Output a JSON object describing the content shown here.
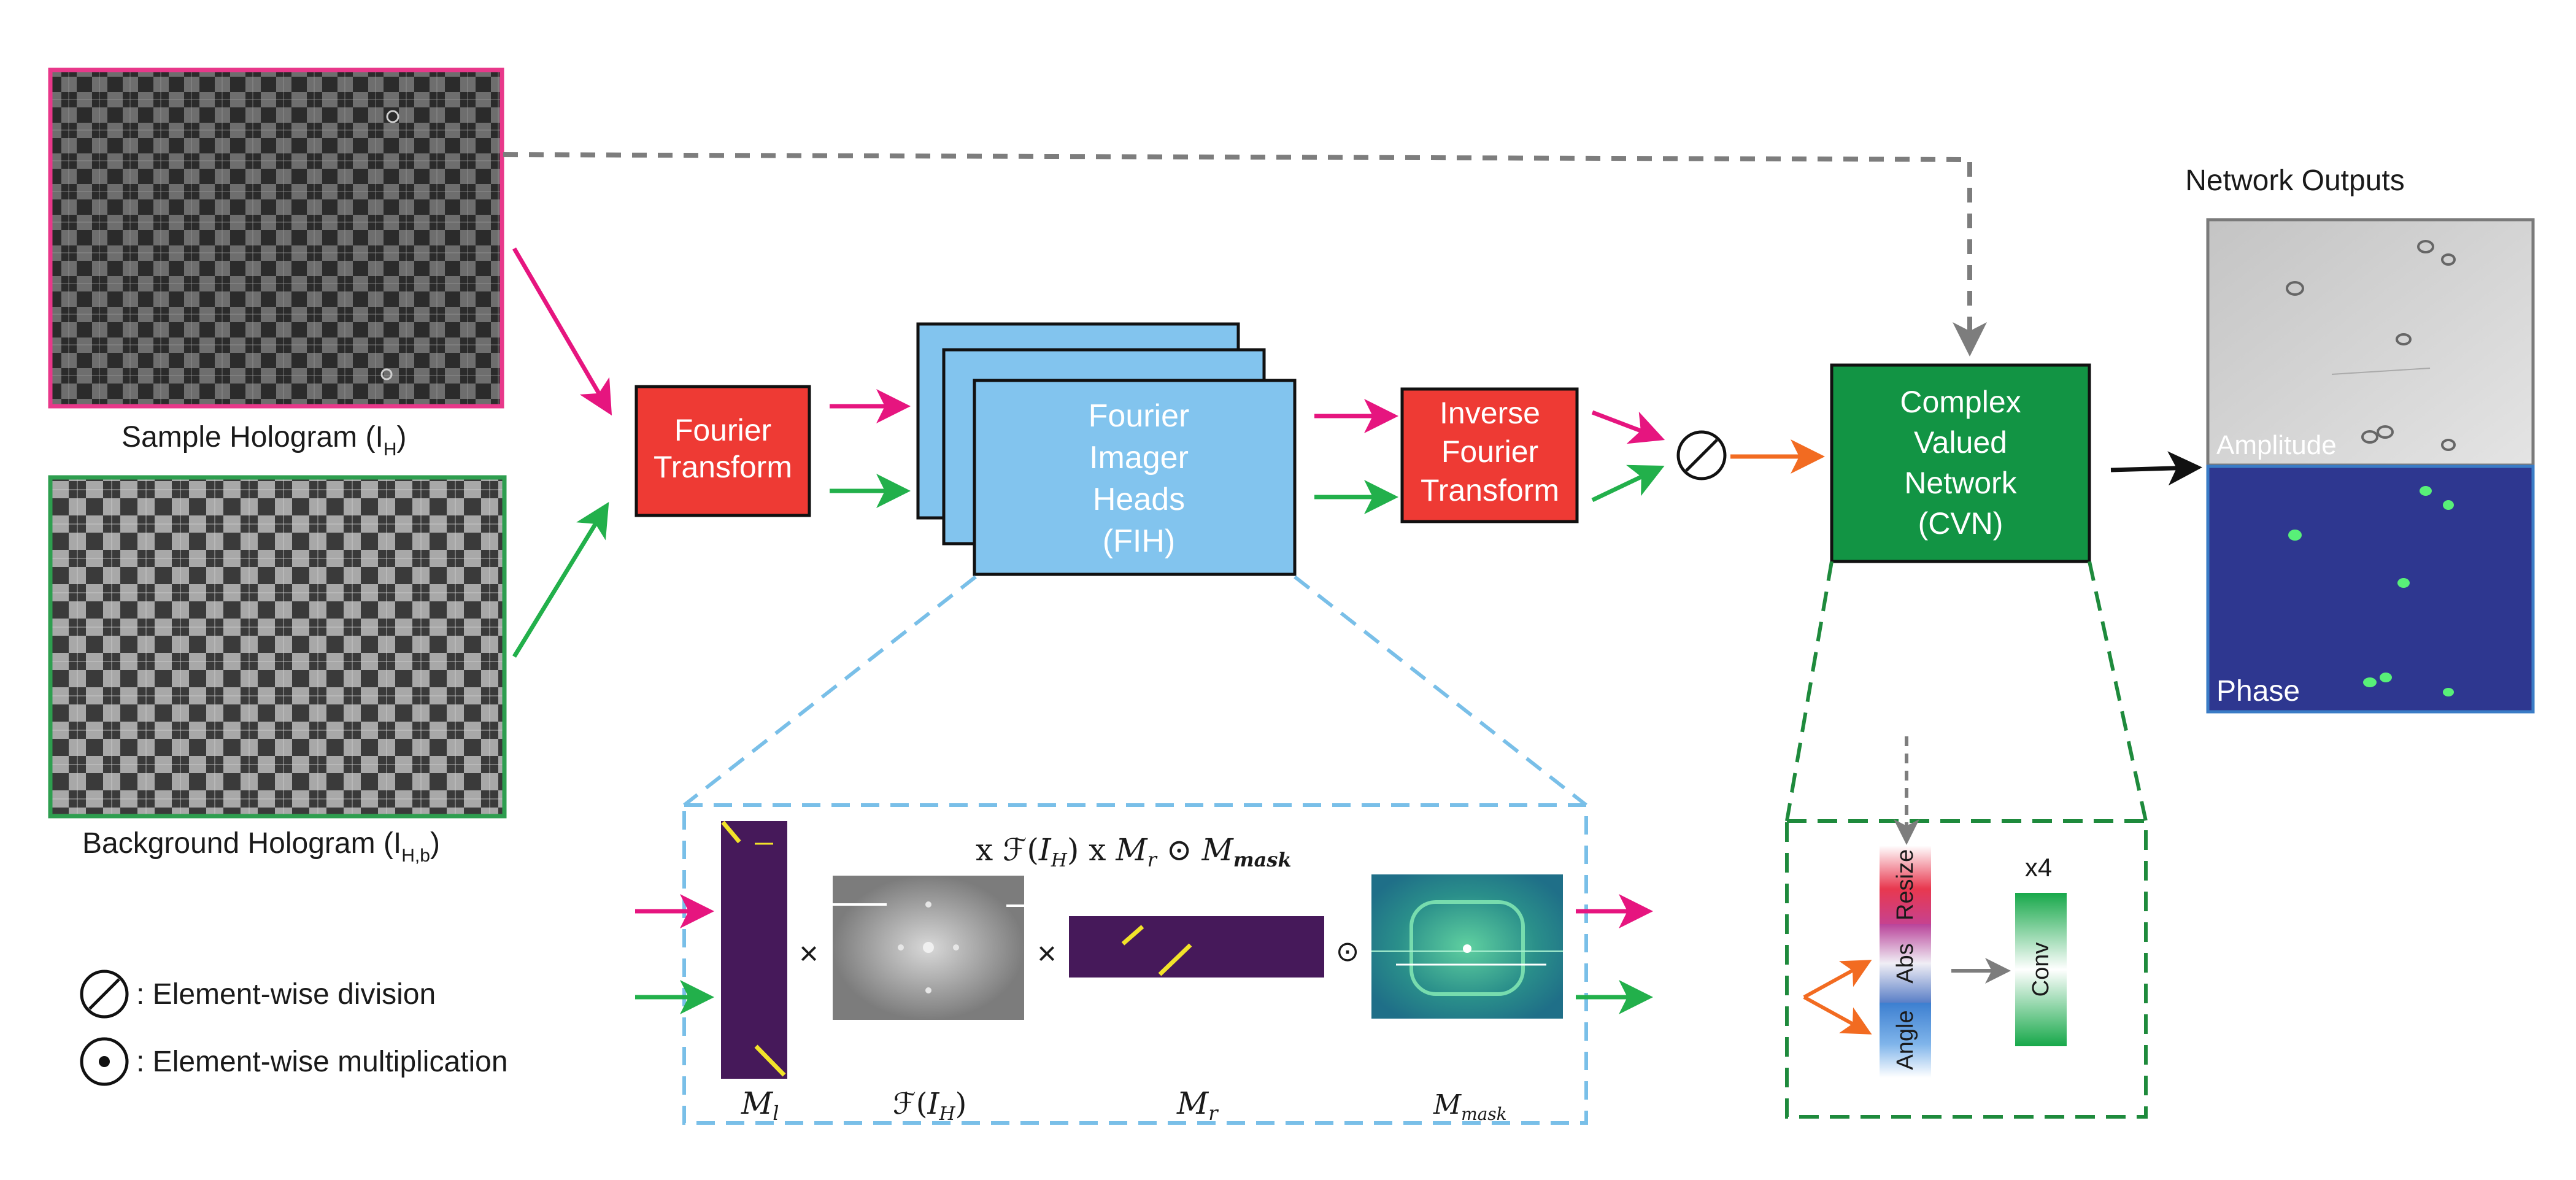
{
  "inputs": {
    "sample_label": "Sample Hologram (I",
    "sample_sub": "H",
    "background_label": "Background Hologram (I",
    "background_sub": "H,b"
  },
  "blocks": {
    "fourier_transform": [
      "Fourier",
      "Transform"
    ],
    "fih": [
      "Fourier",
      "Imager",
      "Heads",
      "(FIH)"
    ],
    "inverse_ft": [
      "Inverse",
      "Fourier",
      "Transform"
    ],
    "cvn": [
      "Complex",
      "Valued",
      "Network",
      "(CVN)"
    ]
  },
  "outputs": {
    "title": "Network Outputs",
    "amplitude_label": "Amplitude",
    "phase_label": "Phase"
  },
  "fih_detail": {
    "formula": "x ℱ(I_H) x M_r ⊙ M_mask",
    "formula_parts": [
      "x ",
      "ℱ(",
      "I",
      "H",
      ") x ",
      "M",
      "r",
      " ⊙ ",
      "M",
      "mask"
    ],
    "times_symbol": "×",
    "odot_symbol": "⊙",
    "label_ml": [
      "M",
      "l"
    ],
    "label_fih": [
      "ℱ(",
      "I",
      "H",
      ")"
    ],
    "label_mr": [
      "M",
      "r"
    ],
    "label_mmask": [
      "M",
      "mask"
    ]
  },
  "cvn_detail": {
    "resize": "Resize",
    "abs": "Abs",
    "angle": "Angle",
    "conv": "Conv",
    "repeat": "x4"
  },
  "legend": {
    "division": ": Element-wise division",
    "multiplication": ": Element-wise multiplication"
  },
  "colors": {
    "sample_border": "#e8388a",
    "background_border": "#2e9e4f",
    "magenta_arrow": "#e6157f",
    "green_arrow": "#22b04b",
    "orange_arrow": "#f26b21",
    "red_block": "#ee3a34",
    "fih_block": "#82c4ee",
    "cvn_block": "#129444",
    "dash_blue": "#79bfe8",
    "dash_green": "#1e8a3c",
    "phase_bg": "#2e3790",
    "phase_border": "#3a7cc6",
    "purple_mask": "#46195a",
    "mask_line": "#f2e32a"
  }
}
